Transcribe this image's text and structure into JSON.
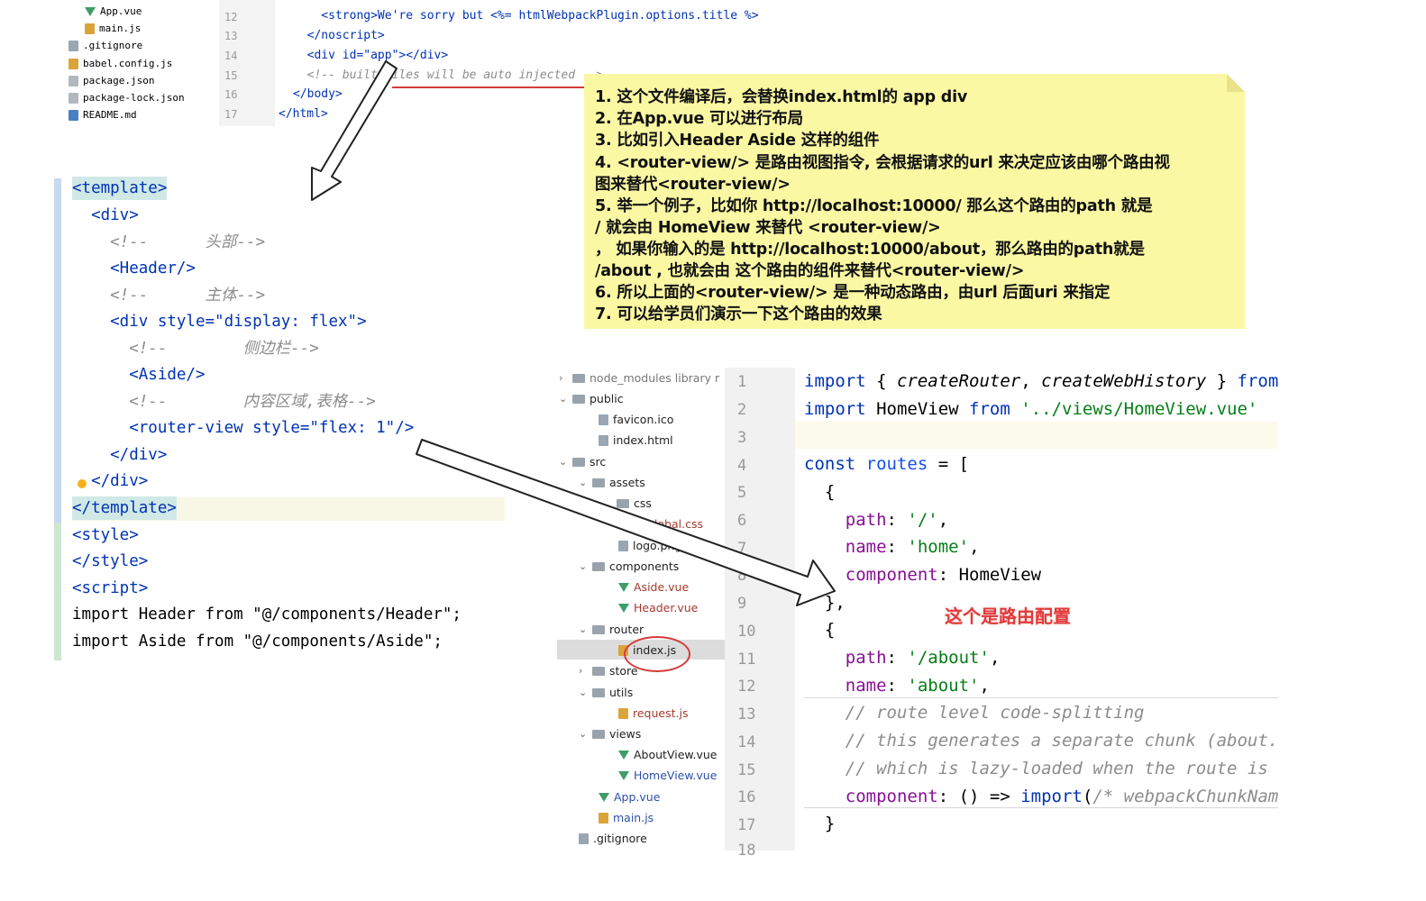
{
  "top_tree": {
    "items": [
      {
        "label": "App.vue",
        "icon": "vue-icon"
      },
      {
        "label": "main.js",
        "icon": "js-file-icon"
      },
      {
        "label": ".gitignore",
        "icon": "file-icon"
      },
      {
        "label": "babel.config.js",
        "icon": "js-file-icon"
      },
      {
        "label": "package.json",
        "icon": "json-file-icon"
      },
      {
        "label": "package-lock.json",
        "icon": "json-file-icon"
      },
      {
        "label": "README.md",
        "icon": "markdown-file-icon"
      }
    ]
  },
  "top_code": {
    "line_numbers": [
      "12",
      "13",
      "14",
      "15",
      "16",
      "17"
    ],
    "lines": [
      {
        "text": "    <strong>We're sorry but <%= htmlWebpackPlugin.options.title %>"
      },
      {
        "text": "  </noscript>"
      },
      {
        "text": "  <div id=\"app\"></div>"
      },
      {
        "text": "  <!-- built files will be auto injected -->"
      },
      {
        "text": "</body>"
      },
      {
        "text": "</html>"
      }
    ]
  },
  "vue_template": {
    "lines": [
      "<template>",
      "  <div>",
      "    <!--      头部-->",
      "    <Header/>",
      "    <!--      主体-->",
      "    <div style=\"display: flex\">",
      "      <!--        侧边栏-->",
      "      <Aside/>",
      "      <!--        内容区域,表格-->",
      "      <router-view style=\"flex: 1\"/>",
      "    </div>",
      "  </div>",
      "</template>",
      "<style>",
      "</style>",
      "<script>",
      "import Header from \"@/components/Header\";",
      "import Aside from \"@/components/Aside\";"
    ]
  },
  "note": {
    "lines": [
      "1. 这个文件编译后，会替换index.html的 app div",
      "2. 在App.vue 可以进行布局",
      "3. 比如引入Header Aside 这样的组件",
      "4. <router-view/> 是路由视图指令, 会根据请求的url 来决定应该由哪个路由视",
      "图来替代<router-view/>",
      "5. 举一个例子，比如你 http://localhost:10000/ 那么这个路由的path 就是",
      "/ 就会由 HomeView 来替代 <router-view/>",
      "，  如果你输入的是 http://localhost:10000/about，那么路由的path就是",
      "/about , 也就会由 这个路由的组件来替代<router-view/>",
      "6. 所以上面的<router-view/> 是一种动态路由，由url 后面uri 来指定",
      "7. 可以给学员们演示一下这个路由的效果"
    ]
  },
  "project_tree": {
    "items": [
      {
        "label": "node_modules  library r",
        "indent": 0,
        "chev": "›",
        "icon": "folder-icon"
      },
      {
        "label": "public",
        "indent": 0,
        "chev": "⌄",
        "icon": "folder-icon"
      },
      {
        "label": "favicon.ico",
        "indent": 2,
        "chev": "",
        "icon": "image-file-icon"
      },
      {
        "label": "index.html",
        "indent": 2,
        "chev": "",
        "icon": "html-file-icon"
      },
      {
        "label": "src",
        "indent": 0,
        "chev": "⌄",
        "icon": "folder-icon"
      },
      {
        "label": "assets",
        "indent": 1,
        "chev": "⌄",
        "icon": "folder-icon"
      },
      {
        "label": "css",
        "indent": 2,
        "chev": "",
        "icon": "folder-icon"
      },
      {
        "label": "global.css",
        "indent": 3,
        "chev": "",
        "icon": "css-file-icon"
      },
      {
        "label": "logo.png",
        "indent": 3,
        "chev": "",
        "icon": "image-file-icon"
      },
      {
        "label": "components",
        "indent": 1,
        "chev": "⌄",
        "icon": "folder-icon"
      },
      {
        "label": "Aside.vue",
        "indent": 3,
        "chev": "",
        "icon": "vue-icon"
      },
      {
        "label": "Header.vue",
        "indent": 3,
        "chev": "",
        "icon": "vue-icon"
      },
      {
        "label": "router",
        "indent": 1,
        "chev": "⌄",
        "icon": "folder-icon"
      },
      {
        "label": "index.js",
        "indent": 3,
        "chev": "",
        "icon": "js-file-icon"
      },
      {
        "label": "store",
        "indent": 1,
        "chev": "›",
        "icon": "folder-icon"
      },
      {
        "label": "utils",
        "indent": 1,
        "chev": "⌄",
        "icon": "folder-icon"
      },
      {
        "label": "request.js",
        "indent": 3,
        "chev": "",
        "icon": "js-file-icon"
      },
      {
        "label": "views",
        "indent": 1,
        "chev": "⌄",
        "icon": "folder-icon"
      },
      {
        "label": "AboutView.vue",
        "indent": 3,
        "chev": "",
        "icon": "vue-icon"
      },
      {
        "label": "HomeView.vue",
        "indent": 3,
        "chev": "",
        "icon": "vue-icon"
      },
      {
        "label": "App.vue",
        "indent": 2,
        "chev": "",
        "icon": "vue-icon"
      },
      {
        "label": "main.js",
        "indent": 2,
        "chev": "",
        "icon": "js-file-icon"
      },
      {
        "label": ".gitignore",
        "indent": 1,
        "chev": "",
        "icon": "file-icon"
      }
    ]
  },
  "router_code": {
    "line_numbers": [
      "1",
      "2",
      "3",
      "4",
      "5",
      "6",
      "7",
      "8",
      "9",
      "10",
      "11",
      "12",
      "13",
      "14",
      "15",
      "16",
      "17",
      "18"
    ],
    "annotation": "这个是路由配置"
  },
  "colors": {
    "note_bg": "#fbf8a3",
    "arrow": "#ffffff",
    "annotation": "#e03a3a",
    "selected_circle": "#d63b3b"
  }
}
